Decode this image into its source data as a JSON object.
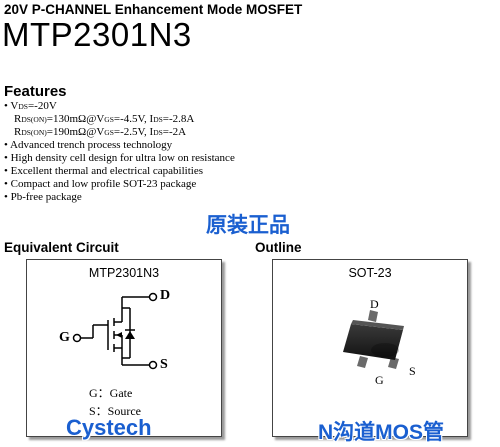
{
  "header": {
    "subtitle": "20V P-CHANNEL Enhancement Mode MOSFET",
    "part_number": "MTP2301N3"
  },
  "features": {
    "title": "Features",
    "vds": {
      "bullet": "•",
      "v": "V",
      "v_sub": "DS",
      "value": "=-20V"
    },
    "rds1": {
      "r": "R",
      "r_sub": "DS(ON)",
      "value": "=130mΩ@V",
      "v_sub": "GS",
      "cond": "=-4.5V, I",
      "i_sub": "DS",
      "i_val": "=-2.8A"
    },
    "rds2": {
      "r": "R",
      "r_sub": "DS(ON)",
      "value": "=190mΩ@V",
      "v_sub": "GS",
      "cond": "=-2.5V, I",
      "i_sub": "DS",
      "i_val": "=-2A"
    },
    "items": [
      "• Advanced trench process technology",
      "• High density cell design for ultra low on resistance",
      "• Excellent thermal and electrical capabilities",
      "• Compact and low profile SOT-23 package",
      "• Pb-free package"
    ]
  },
  "watermarks": {
    "genuine": "原装正品",
    "brand": "Cystech",
    "type": "N沟道MOS管"
  },
  "circuit": {
    "title": "Equivalent Circuit",
    "box_title": "MTP2301N3",
    "pin_d": "D",
    "pin_g": "G",
    "pin_s": "S",
    "legend_gate": "G：Gate",
    "legend_source": "S：Source"
  },
  "outline": {
    "title": "Outline",
    "box_title": "SOT-23",
    "pin_d": "D",
    "pin_g": "G",
    "pin_s": "S"
  },
  "colors": {
    "watermark": "#1a5fd0",
    "package_body": "#222222"
  }
}
